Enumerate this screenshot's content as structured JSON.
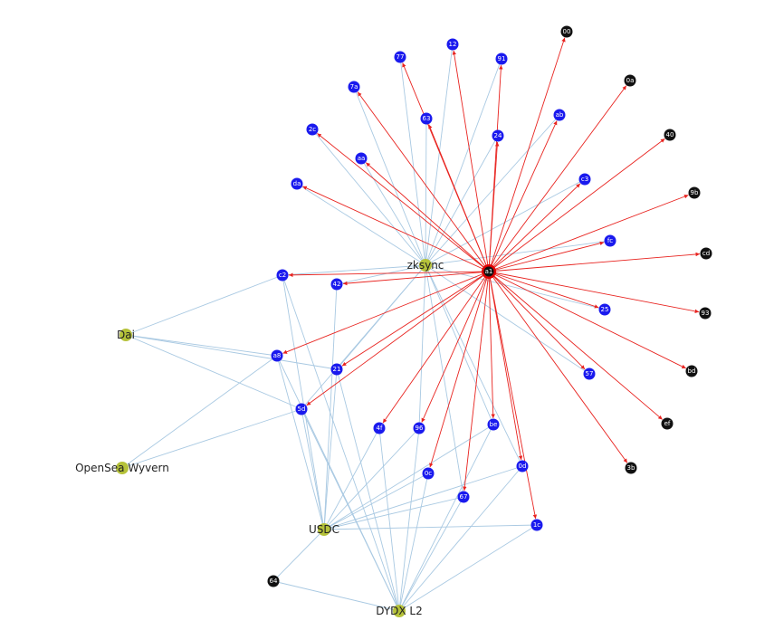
{
  "colors": {
    "hub_node": "#e00000",
    "address_node": "#1a1aee",
    "sink_node": "#111111",
    "protocol_node": "#b5c23a",
    "outflow_edge": "#e8231f",
    "protocol_edge": "#a9c9e2"
  },
  "protocols": [
    {
      "id": "zksync",
      "label": "zksync"
    },
    {
      "id": "dai",
      "label": "Dai"
    },
    {
      "id": "opensea",
      "label": "OpenSea Wyvern"
    },
    {
      "id": "usdc",
      "label": "USDC"
    },
    {
      "id": "dydx",
      "label": "DYDX L2"
    }
  ],
  "hub": {
    "id": "a1",
    "label": "a1"
  },
  "addresses": [
    "77",
    "12",
    "91",
    "7a",
    "63",
    "ab",
    "2c",
    "24",
    "aa",
    "da",
    "c3",
    "fc",
    "c2",
    "42",
    "25",
    "a8",
    "21",
    "57",
    "5d",
    "4f",
    "96",
    "be",
    "0d",
    "0c",
    "67",
    "1c"
  ],
  "sinks": [
    "00",
    "0a",
    "40",
    "9b",
    "cd",
    "93",
    "bd",
    "ef",
    "3b",
    "64"
  ],
  "outflow_edges": [
    "77",
    "12",
    "91",
    "7a",
    "63",
    "ab",
    "2c",
    "24",
    "aa",
    "da",
    "c3",
    "fc",
    "c2",
    "42",
    "25",
    "a8",
    "21",
    "57",
    "5d",
    "4f",
    "96",
    "be",
    "0d",
    "0c",
    "67",
    "1c",
    "00",
    "0a",
    "40",
    "9b",
    "cd",
    "93",
    "bd",
    "ef",
    "3b"
  ],
  "protocol_edges": [
    [
      "zksync",
      "77"
    ],
    [
      "zksync",
      "12"
    ],
    [
      "zksync",
      "91"
    ],
    [
      "zksync",
      "7a"
    ],
    [
      "zksync",
      "63"
    ],
    [
      "zksync",
      "ab"
    ],
    [
      "zksync",
      "2c"
    ],
    [
      "zksync",
      "24"
    ],
    [
      "zksync",
      "aa"
    ],
    [
      "zksync",
      "da"
    ],
    [
      "zksync",
      "c3"
    ],
    [
      "zksync",
      "fc"
    ],
    [
      "zksync",
      "c2"
    ],
    [
      "zksync",
      "42"
    ],
    [
      "zksync",
      "25"
    ],
    [
      "zksync",
      "57"
    ],
    [
      "zksync",
      "96"
    ],
    [
      "zksync",
      "be"
    ],
    [
      "zksync",
      "0d"
    ],
    [
      "zksync",
      "21"
    ],
    [
      "zksync",
      "5d"
    ],
    [
      "zksync",
      "67"
    ],
    [
      "dai",
      "c2"
    ],
    [
      "dai",
      "a8"
    ],
    [
      "dai",
      "21"
    ],
    [
      "dai",
      "5d"
    ],
    [
      "opensea",
      "a8"
    ],
    [
      "opensea",
      "5d"
    ],
    [
      "usdc",
      "c2"
    ],
    [
      "usdc",
      "42"
    ],
    [
      "usdc",
      "a8"
    ],
    [
      "usdc",
      "21"
    ],
    [
      "usdc",
      "5d"
    ],
    [
      "usdc",
      "4f"
    ],
    [
      "usdc",
      "96"
    ],
    [
      "usdc",
      "be"
    ],
    [
      "usdc",
      "0d"
    ],
    [
      "usdc",
      "0c"
    ],
    [
      "usdc",
      "67"
    ],
    [
      "usdc",
      "1c"
    ],
    [
      "usdc",
      "64"
    ],
    [
      "dydx",
      "a8"
    ],
    [
      "dydx",
      "21"
    ],
    [
      "dydx",
      "5d"
    ],
    [
      "dydx",
      "4f"
    ],
    [
      "dydx",
      "96"
    ],
    [
      "dydx",
      "be"
    ],
    [
      "dydx",
      "0d"
    ],
    [
      "dydx",
      "0c"
    ],
    [
      "dydx",
      "67"
    ],
    [
      "dydx",
      "1c"
    ],
    [
      "dydx",
      "64"
    ],
    [
      "dydx",
      "c2"
    ]
  ]
}
